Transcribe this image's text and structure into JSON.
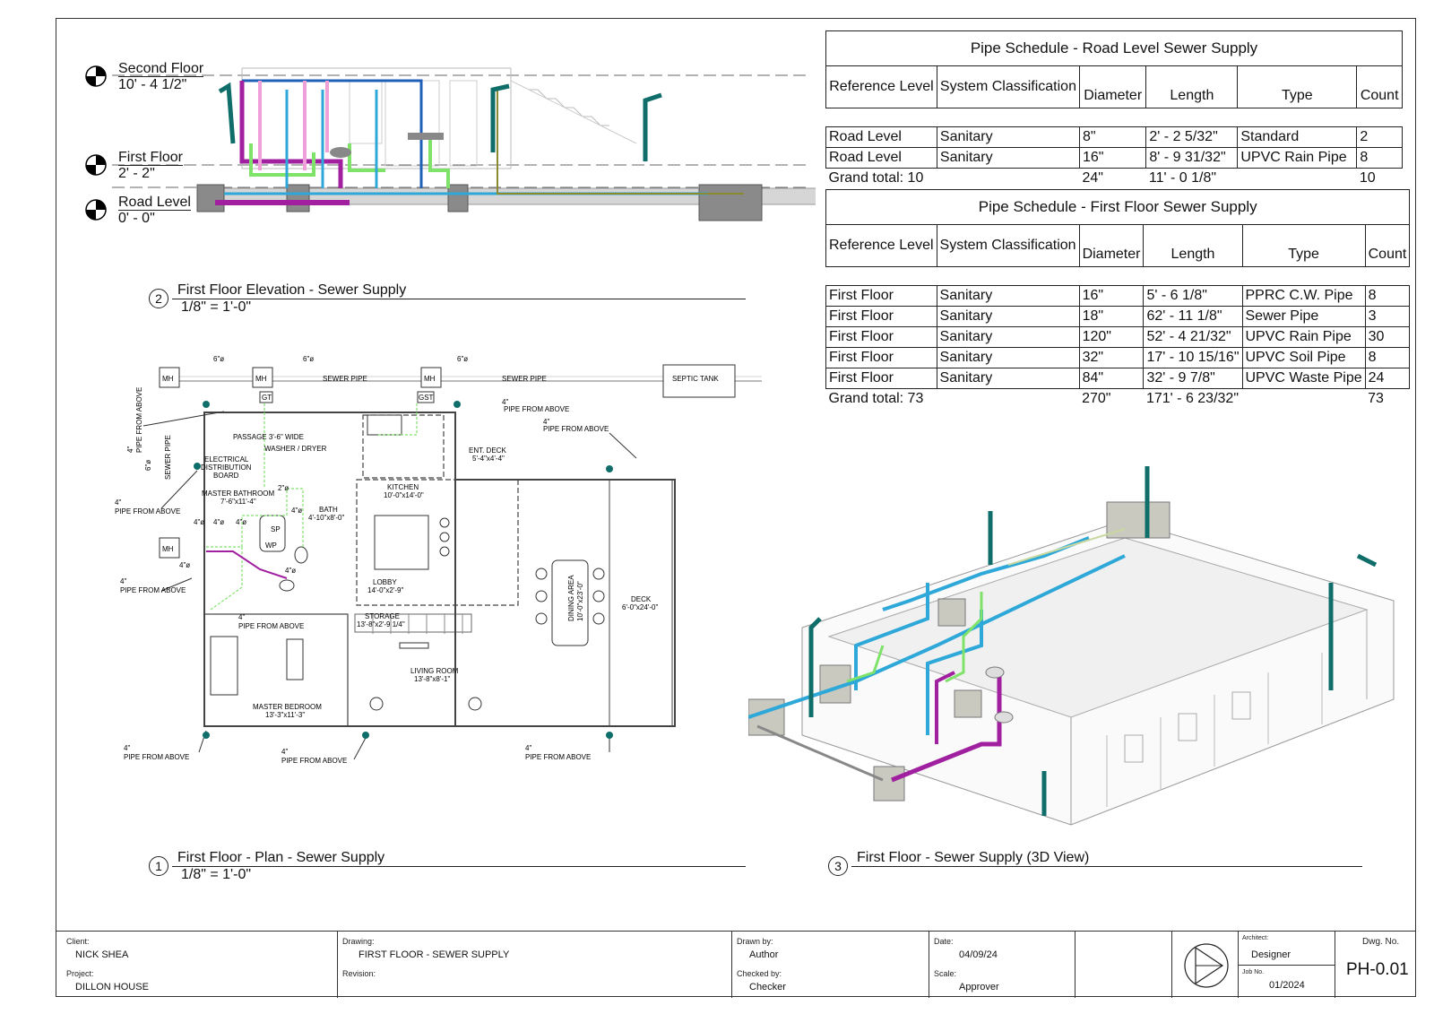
{
  "sections": {
    "view1": {
      "number": "1",
      "title": "First Floor - Plan - Sewer Supply",
      "scale": "1/8\" = 1'-0\""
    },
    "view2": {
      "number": "2",
      "title": "First Floor Elevation - Sewer Supply",
      "scale": "1/8\" = 1'-0\""
    },
    "view3": {
      "number": "3",
      "title": "First Floor - Sewer Supply (3D View)"
    }
  },
  "levels": [
    {
      "name": "Second Floor",
      "elev": "10' - 4 1/2\""
    },
    {
      "name": "First Floor",
      "elev": "2' - 2\""
    },
    {
      "name": "Road Level",
      "elev": "0' - 0\""
    }
  ],
  "schedules": [
    {
      "title": "Pipe Schedule - Road Level Sewer Supply",
      "headers": [
        "Reference Level",
        "System Classification",
        "Diameter",
        "Length",
        "Type",
        "Count"
      ],
      "rows": [
        [
          "Road Level",
          "Sanitary",
          "8\"",
          "2' - 2 5/32\"",
          "Standard",
          "2"
        ],
        [
          "Road Level",
          "Sanitary",
          "16\"",
          "8' - 9 31/32\"",
          "UPVC Rain Pipe",
          "8"
        ]
      ],
      "total": [
        "Grand total: 10",
        "",
        "24\"",
        "11' - 0 1/8\"",
        "",
        "10"
      ]
    },
    {
      "title": "Pipe Schedule - First Floor Sewer Supply",
      "headers": [
        "Reference Level",
        "System Classification",
        "Diameter",
        "Length",
        "Type",
        "Count"
      ],
      "rows": [
        [
          "First Floor",
          "Sanitary",
          "16\"",
          "5' - 6 1/8\"",
          "PPRC C.W. Pipe",
          "8"
        ],
        [
          "First Floor",
          "Sanitary",
          "18\"",
          "62' - 11 1/8\"",
          "Sewer Pipe",
          "3"
        ],
        [
          "First Floor",
          "Sanitary",
          "120\"",
          "52' - 4 21/32\"",
          "UPVC Rain Pipe",
          "30"
        ],
        [
          "First Floor",
          "Sanitary",
          "32\"",
          "17' - 10 15/16\"",
          "UPVC Soil Pipe",
          "8"
        ],
        [
          "First Floor",
          "Sanitary",
          "84\"",
          "32' - 9 7/8\"",
          "UPVC Waste Pipe",
          "24"
        ]
      ],
      "total": [
        "Grand total: 73",
        "",
        "270\"",
        "171' - 6 23/32\"",
        "",
        "73"
      ]
    }
  ],
  "plan_labels": {
    "mh": "MH",
    "gt": "GT",
    "gst": "GST",
    "wp": "WP",
    "sp": "SP",
    "sewer_pipe": "SEWER PIPE",
    "septic_tank": "SEPTIC TANK",
    "d6": "6\"ø",
    "d4": "4\"ø",
    "d2": "2\"ø",
    "pipe_from_above": "PIPE FROM ABOVE",
    "four_in": "4\"",
    "passage": "PASSAGE 3'-6\" WIDE",
    "washer": "WASHER / DRYER",
    "elec1": "ELECTRICAL",
    "elec2": "DISTRIBUTION",
    "elec3": "BOARD",
    "kitchen": "KITCHEN",
    "kitchen_dim": "10'-0\"x14'-0\"",
    "ent_deck": "ENT. DECK",
    "ent_deck_dim": "5'-4\"x4'-4\"",
    "master_bath": "MASTER BATHROOM",
    "master_bath_dim": "7'-6\"x11'-4\"",
    "bath": "BATH",
    "bath_dim": "4'-10\"x8'-0\"",
    "lobby": "LOBBY",
    "lobby_dim": "14'-0\"x2'-9\"",
    "storage": "STORAGE",
    "storage_dim": "13'-8\"x2'-9 1/4\"",
    "dining": "DINING AREA",
    "dining_dim": "10'-0\"x23'-0\"",
    "deck": "DECK",
    "deck_dim": "6'-0\"x24'-0\"",
    "living": "LIVING ROOM",
    "living_dim": "13'-8\"x8'-1\"",
    "master_bed": "MASTER BEDROOM",
    "master_bed_dim": "13'-3\"x11'-3\""
  },
  "title_block": {
    "client_label": "Client:",
    "client": "NICK SHEA",
    "project_label": "Project:",
    "project": "DILLON HOUSE",
    "drawing_label": "Drawing:",
    "drawing": "FIRST FLOOR - SEWER SUPPLY",
    "revision_label": "Revision:",
    "drawn_label": "Drawn by:",
    "drawn": "Author",
    "checked_label": "Checked by:",
    "checked": "Checker",
    "date_label": "Date:",
    "date": "04/09/24",
    "scale_label": "Scale:",
    "scale": "Approver",
    "architect_label": "Architect:",
    "architect": "Designer",
    "job_label": "Job No.",
    "job": "01/2024",
    "dwg_label": "Dwg. No.",
    "dwg": "PH-0.01"
  },
  "colors": {
    "cyan": "#2ea8d8",
    "magenta": "#a020a0",
    "green": "#7fe36a",
    "teal": "#0f6e6a",
    "olive": "#8a8a30",
    "pink": "#f0a0d8",
    "blue": "#1f5fb8"
  }
}
